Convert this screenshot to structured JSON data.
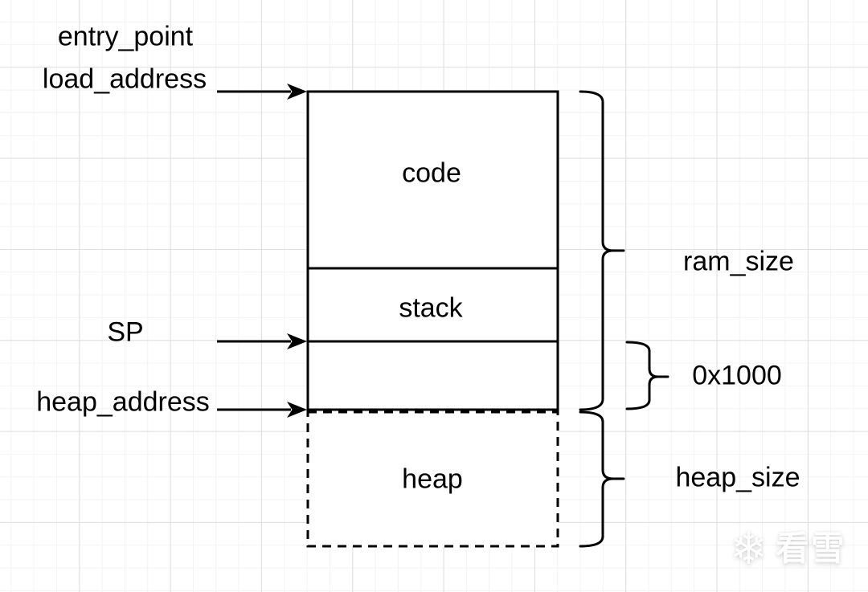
{
  "diagram": {
    "left_labels": {
      "entry_point": "entry_point",
      "load_address": "load_address",
      "sp": "SP",
      "heap_address": "heap_address"
    },
    "regions": {
      "code": "code",
      "stack": "stack",
      "heap": "heap"
    },
    "annotations": {
      "ram_size": "ram_size",
      "stack_gap": "0x1000",
      "heap_size": "heap_size"
    },
    "watermark": {
      "icon": "snowflake",
      "text": "看雪"
    },
    "colors": {
      "stroke": "#000000",
      "background": "#ffffff",
      "grid_minor": "#f3f3f3",
      "grid_major": "#dedede"
    }
  }
}
